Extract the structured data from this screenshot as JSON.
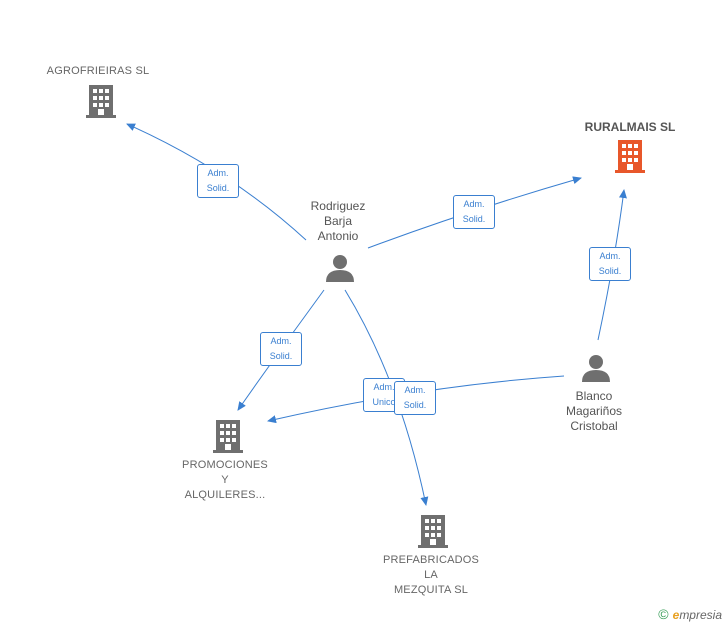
{
  "nodes": {
    "agrofrieiras": {
      "name": "AGROFRIEIRAS SL"
    },
    "ruralmais": {
      "name": "RURALMAIS SL"
    },
    "rodriguez": {
      "lines": [
        "Rodriguez",
        "Barja",
        "Antonio"
      ]
    },
    "blanco": {
      "lines": [
        "Blanco",
        "Magariños",
        "Cristobal"
      ]
    },
    "promociones": {
      "lines": [
        "PROMOCIONES",
        "Y",
        "ALQUILERES..."
      ]
    },
    "prefabricados": {
      "lines": [
        "PREFABRICADOS",
        "LA",
        "MEZQUITA SL"
      ]
    }
  },
  "edges": [
    {
      "id": "rod-agro",
      "label": [
        "Adm.",
        "Solid."
      ]
    },
    {
      "id": "rod-rural",
      "label": [
        "Adm.",
        "Solid."
      ]
    },
    {
      "id": "blanco-rural",
      "label": [
        "Adm.",
        "Solid."
      ]
    },
    {
      "id": "rod-promo",
      "label": [
        "Adm.",
        "Solid."
      ]
    },
    {
      "id": "rod-prefab",
      "label": [
        "Adm.",
        "Unico"
      ]
    },
    {
      "id": "blanco-promo",
      "label": [
        "Adm.",
        "Solid."
      ]
    }
  ],
  "colors": {
    "edge": "#3a7fd0",
    "company": "#6f6f6f",
    "highlight": "#e8572a",
    "person": "#6f6f6f"
  },
  "footer": {
    "copyright": "©",
    "brand_initial": "e",
    "brand_rest": "mpresia"
  }
}
